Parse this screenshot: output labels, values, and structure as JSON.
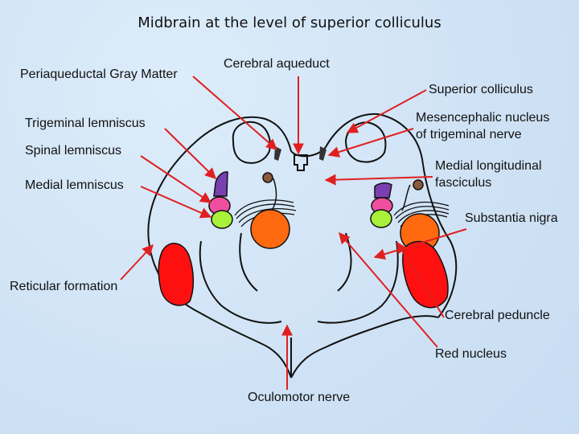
{
  "title": "Midbrain at the level of superior colliculus",
  "labels": {
    "pag": "Periaqueductal Gray Matter",
    "aqueduct": "Cerebral aqueduct",
    "sup_colliculus": "Superior colliculus",
    "trigeminal_lemniscus": "Trigeminal lemniscus",
    "mesencephalic_line1": "Mesencephalic nucleus",
    "mesencephalic_line2": "of trigeminal nerve",
    "spinal_lemniscus": "Spinal lemniscus",
    "mlf_line1": "Medial longitudinal",
    "mlf_line2": "fasciculus",
    "medial_lemniscus": "Medial lemniscus",
    "substantia_nigra": "Substantia nigra",
    "reticular_formation": "Reticular formation",
    "cerebral_peduncle": "Cerebral peduncle",
    "red_nucleus": "Red nucleus",
    "oculomotor_nerve": "Oculomotor nerve"
  },
  "colors": {
    "background": "#d4e6f7",
    "arrow": "#e02020",
    "outline": "#111111",
    "trigeminal_lemniscus": "#7a3fb0",
    "spinal_lemniscus": "#f04fa0",
    "medial_lemniscus": "#a8f03a",
    "red_nucleus": "#ff6a10",
    "cerebral_peduncle": "#ff1010",
    "nucleus_dot": "#8b5a3c"
  }
}
